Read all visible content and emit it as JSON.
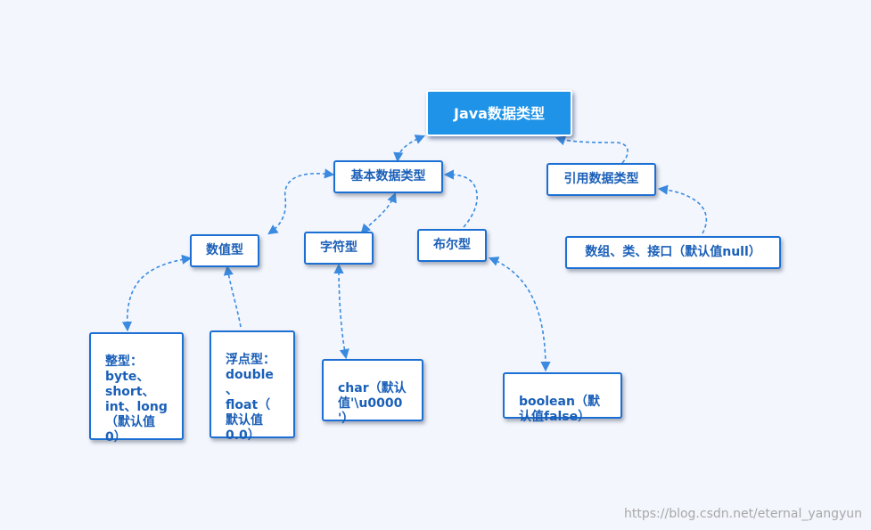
{
  "root": {
    "label": "Java数据类型"
  },
  "primitive": {
    "label": "基本数据类型"
  },
  "reference": {
    "label": "引用数据类型"
  },
  "numeric": {
    "label": "数值型"
  },
  "character": {
    "label": "字符型"
  },
  "boolean_type": {
    "label": "布尔型"
  },
  "reference_detail": {
    "text": "数组、类、接口（默认值null）"
  },
  "integer_detail": {
    "text": "整型：\nbyte、\nshort、\nint、long\n（默认值\n0）"
  },
  "float_detail": {
    "text": "浮点型：\ndouble\n、\nfloat（\n默认值\n0.0）"
  },
  "char_detail": {
    "text": "char（默认\n值'\\u0000\n'）"
  },
  "boolean_detail": {
    "text": "boolean（默\n认值false）"
  },
  "watermark": {
    "text": "https://blog.csdn.net/eternal_yangyun"
  },
  "colors": {
    "connector": "#3a8be0",
    "node_border": "#1c6fd3",
    "node_text": "#1a5fb8",
    "root_fill": "#1e93e8",
    "background": "#f3f6fd"
  }
}
